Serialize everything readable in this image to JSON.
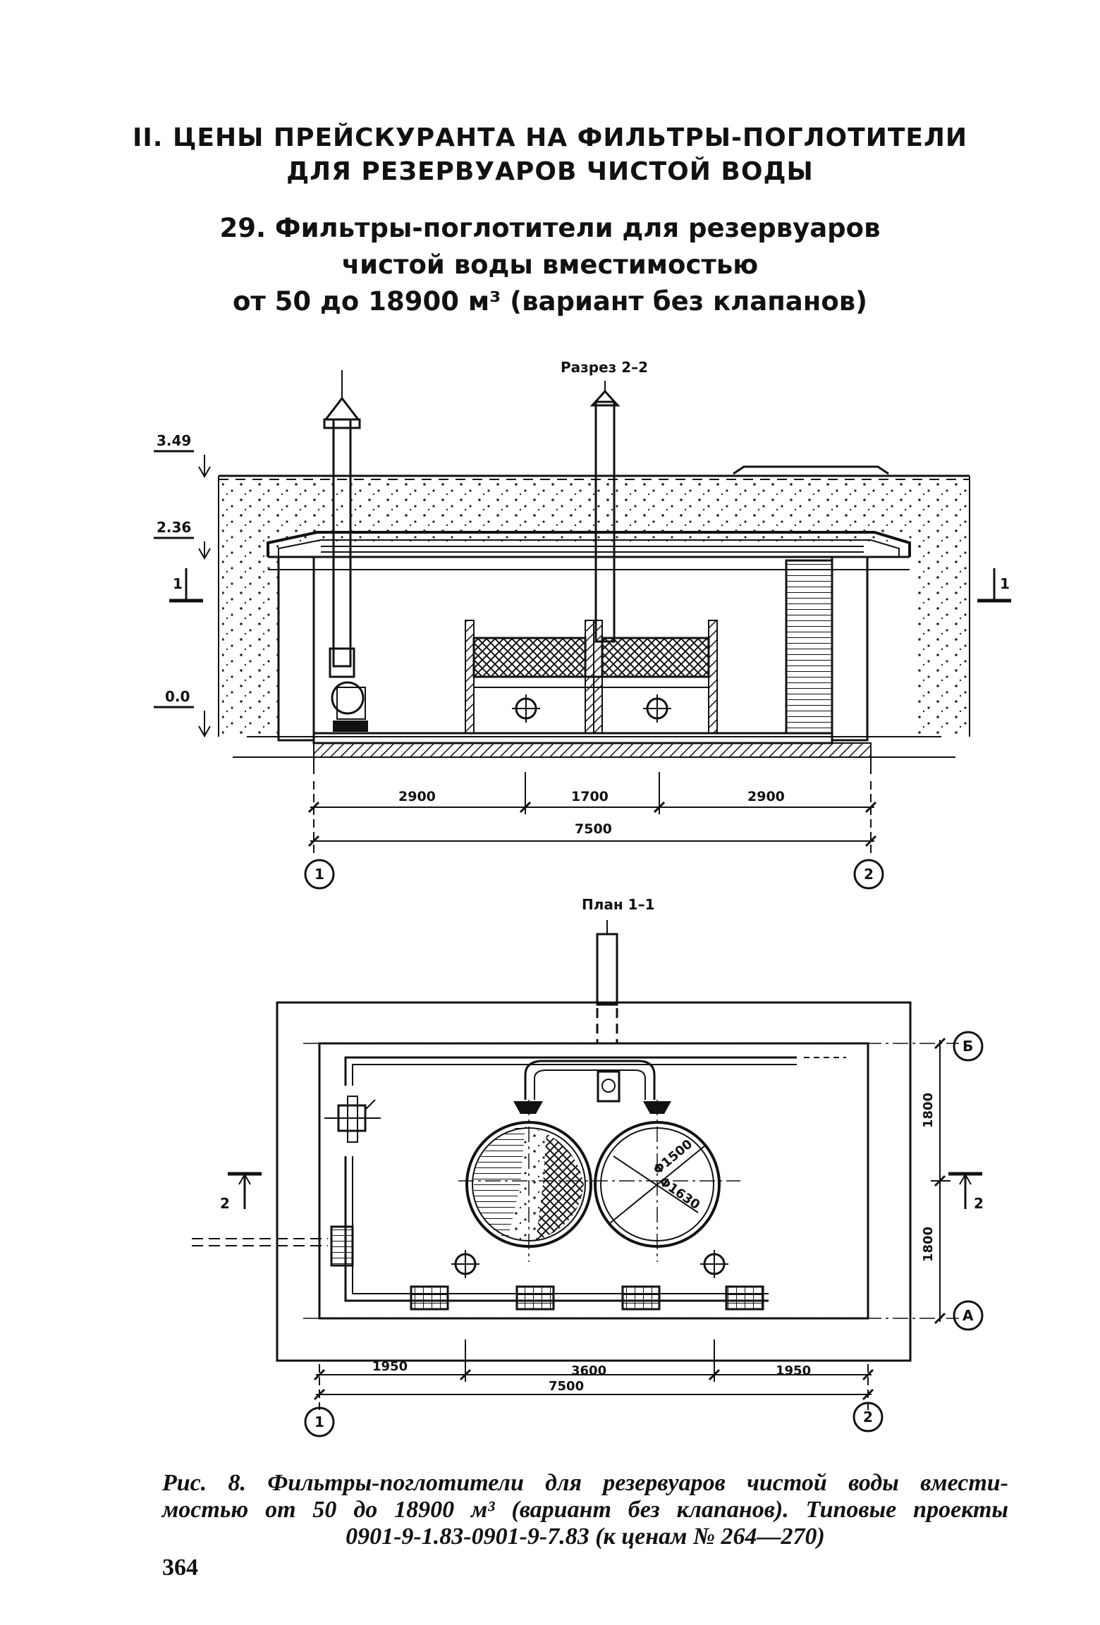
{
  "section_title": {
    "line1": "II. ЦЕНЫ ПРЕЙСКУРАНТА НА ФИЛЬТРЫ-ПОГЛОТИТЕЛИ",
    "line2": "ДЛЯ РЕЗЕРВУАРОВ ЧИСТОЙ ВОДЫ"
  },
  "table_title": {
    "line1": "29. Фильтры-поглотители для резервуаров",
    "line2": "чистой воды вместимостью",
    "line3": "от 50 до 18900 м³ (вариант без клапанов)"
  },
  "section_view": {
    "title": "Разрез 2–2",
    "levels": [
      "3.49",
      "2.36",
      "0.0"
    ],
    "cut_marks": [
      "1",
      "1"
    ],
    "dims": [
      "2900",
      "1700",
      "2900"
    ],
    "total": "7500",
    "axes": [
      "1",
      "2"
    ]
  },
  "plan_view": {
    "title": "План 1–1",
    "dims": [
      "1950",
      "3600",
      "1950"
    ],
    "total": "7500",
    "axes": [
      "1",
      "2"
    ],
    "row_axes": [
      "Б",
      "А"
    ],
    "side_dims": [
      "1800",
      "1800"
    ],
    "cut_marks": [
      "2",
      "2"
    ],
    "diameters": [
      "Φ1500",
      "Φ1630"
    ]
  },
  "caption": {
    "line1": "Рис. 8. Фильтры-поглотители для резервуаров чистой воды вмести-",
    "line2": "мостью от 50 до 18900 м³ (вариант без клапанов). Типовые проекты",
    "line3": "0901-9-1.83-0901-9-7.83 (к ценам № 264—270)"
  },
  "page_number": "364"
}
